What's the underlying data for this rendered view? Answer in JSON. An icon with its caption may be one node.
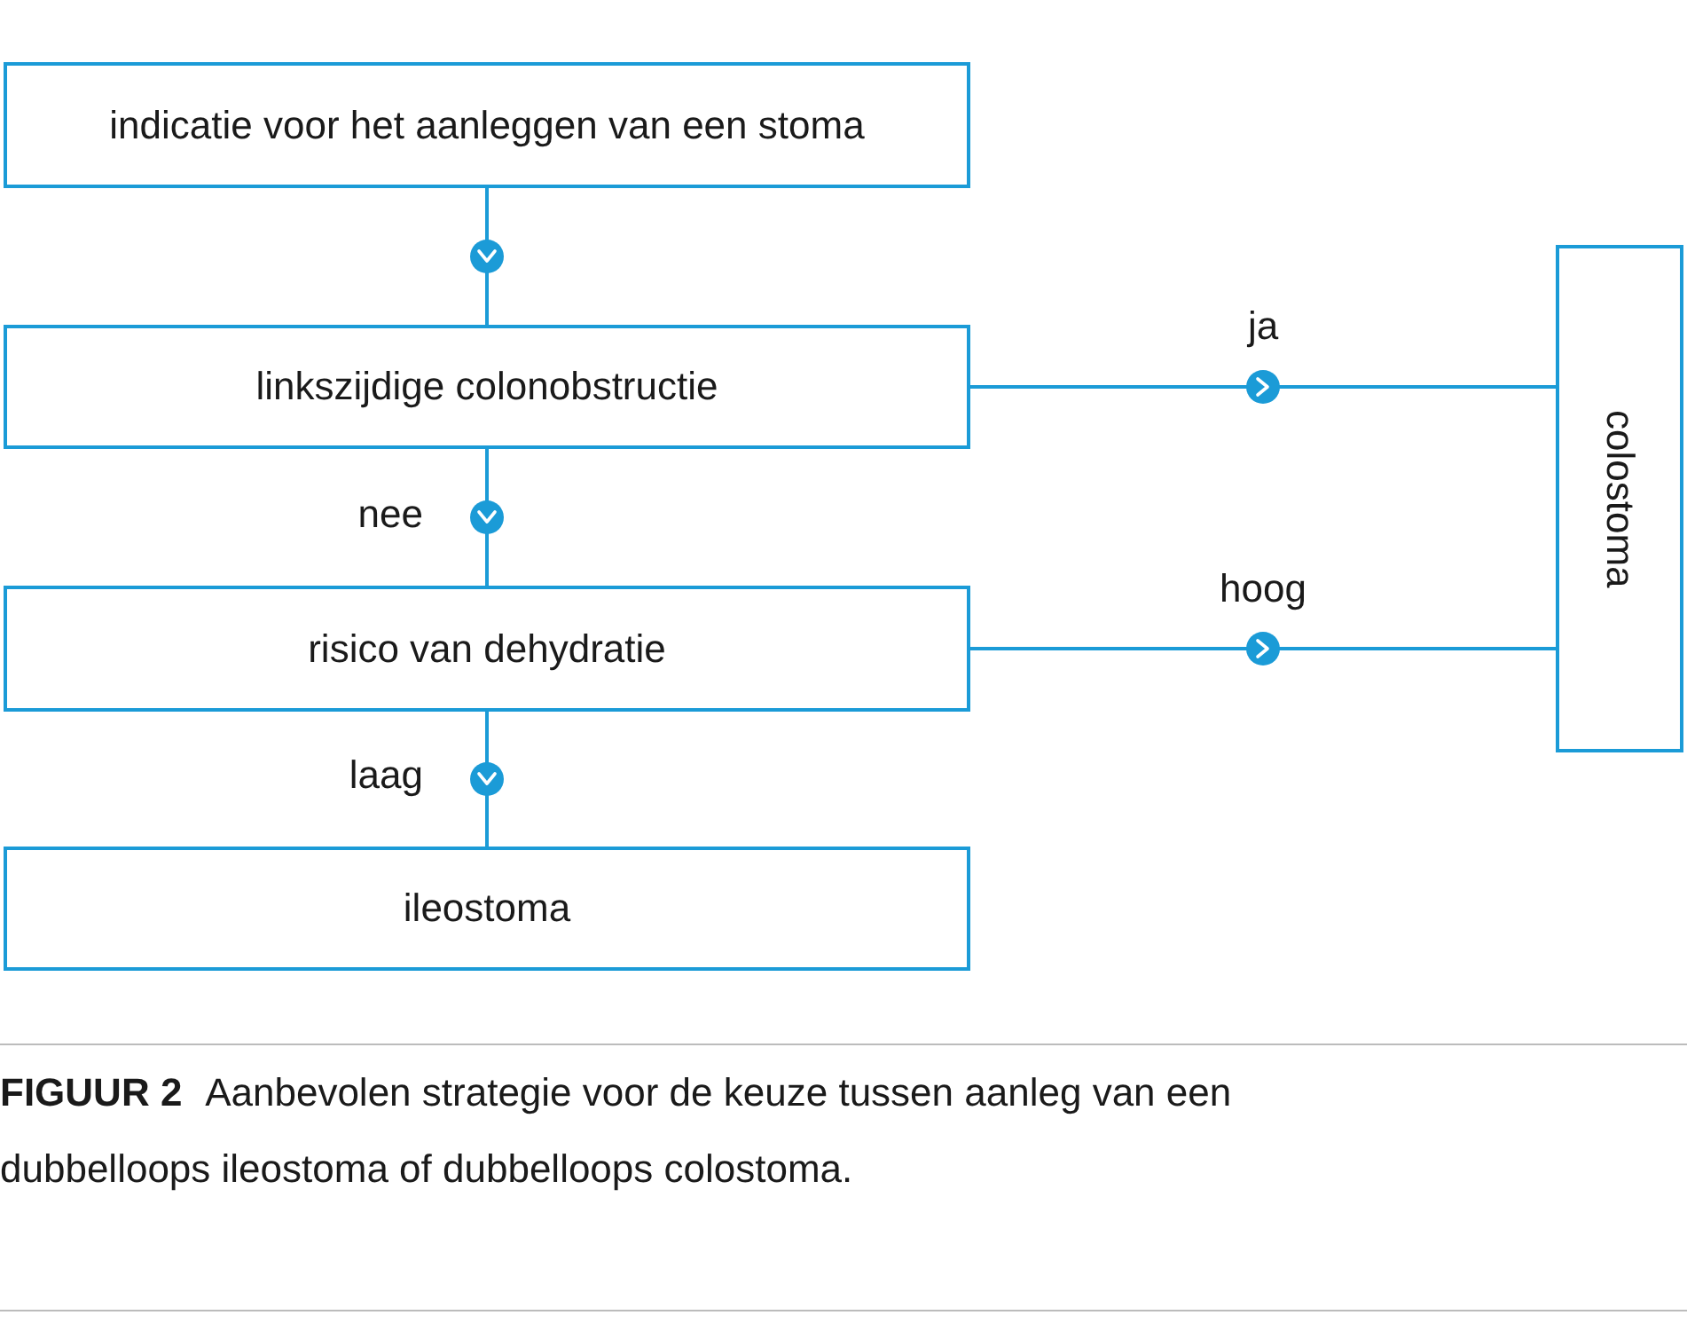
{
  "diagram": {
    "caption": "**FIGUUR 2** Aanbevolen strategie voor de keuze tussen aanleg van een dubbelloops ileostoma of dubbelloops colostoma.",
    "nodes": [
      {
        "text": [
          "indicatie voor het aanleggen van een stoma"
        ]
      },
      {
        "text": [
          "linkszijdige colonobstructie"
        ]
      },
      {
        "text": [
          "risico van dehydratie"
        ]
      },
      {
        "text": [
          "ileostoma"
        ]
      },
      {
        "text": [
          "colostoma"
        ]
      }
    ],
    "edges": [
      {
        "from": 0,
        "to": 1,
        "arrow": "to"
      },
      {
        "from": 1,
        "to": 2,
        "arrow": "to",
        "label": "nee"
      },
      {
        "from": 2,
        "to": 3,
        "arrow": "to",
        "label": "laag"
      },
      {
        "from": 1,
        "to": 4,
        "arrow": "to",
        "label": "ja"
      },
      {
        "from": 2,
        "to": 4,
        "arrow": "to",
        "label": "hoog"
      }
    ]
  }
}
